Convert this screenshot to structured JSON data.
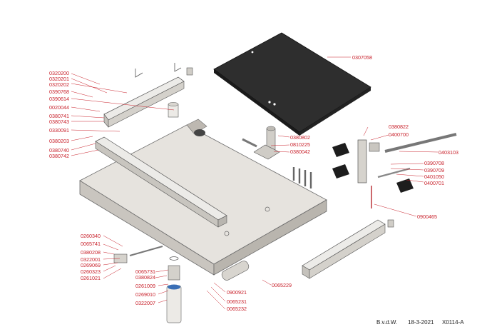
{
  "labels": {
    "l0320200": "0320200",
    "l0320201": "0320201",
    "l0320202": "0320202",
    "l0390768": "0390768",
    "l0390614": "0390614",
    "l0020044": "0020044",
    "l0380741": "0380741",
    "l0380743": "0380743",
    "l0330091": "0330091",
    "l0380203": "0380203",
    "l0380740": "0380740",
    "l0380742": "0380742",
    "l0307058": "0307058",
    "l0380802": "0380802",
    "l0810225": "0810225",
    "l0380042": "0380042",
    "l0380822": "0380822",
    "l0400700": "0400700",
    "l0403103": "0403103",
    "l0390708": "0390708",
    "l0390709": "0390709",
    "l0401050": "0401050",
    "l0400701": "0400701",
    "l0900465": "0900465",
    "l0260340": "0260340",
    "l0065741": "0065741",
    "l0380208": "0380208",
    "l0322001": "0322001",
    "l0269069": "0269069",
    "l0260323": "0260323",
    "l0261021": "0261021",
    "l0065731": "0065731",
    "l0380824": "0380824",
    "l0261009": "0261009",
    "l0269010": "0269010",
    "l0322007": "0322007",
    "l0900921": "0900921",
    "l0065231": "0065231",
    "l0065232": "0065232",
    "l0065229": "0065229"
  },
  "footer": {
    "author": "B.v.d.W.",
    "date": "18-3-2021",
    "drawing_no": "X0114-A"
  },
  "colors": {
    "label": "#c8202a",
    "base": "#d9d5cf",
    "mat": "#2e2e2e",
    "rail": "#e2e0dc"
  }
}
